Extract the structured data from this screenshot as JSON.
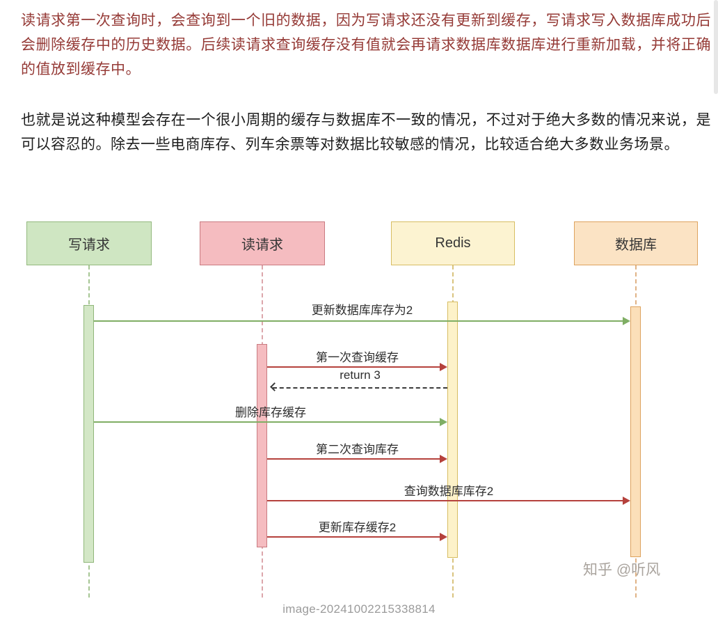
{
  "article": {
    "paragraph1": "读请求第一次查询时，会查询到一个旧的数据，因为写请求还没有更新到缓存，写请求写入数据库成功后会删除缓存中的历史数据。后续读请求查询缓存没有值就会再请求数据库数据库进行重新加载，并将正确的值放到缓存中。",
    "paragraph2": "也就是说这种模型会存在一个很小周期的缓存与数据库不一致的情况，不过对于绝大多数的情况来说，是可以容忍的。除去一些电商库存、列车余票等对数据比较敏感的情况，比较适合绝大多数业务场景。",
    "caption": "image-20241002215338814",
    "watermark": "知乎 @听风",
    "paragraph1_color": "#953a36",
    "paragraph2_color": "#1d1d1d"
  },
  "diagram": {
    "type": "sequence",
    "participants": [
      {
        "name": "写请求",
        "fill": "#cfe6c2",
        "border": "#93b97e"
      },
      {
        "name": "读请求",
        "fill": "#f5bcc0",
        "border": "#c97a80"
      },
      {
        "name": "Redis",
        "fill": "#fcf3d1",
        "border": "#d7bd62"
      },
      {
        "name": "数据库",
        "fill": "#fbe3c4",
        "border": "#dda25d"
      }
    ],
    "messages": [
      {
        "from": "写请求",
        "to": "数据库",
        "label": "更新数据库库存为2",
        "style": "solid",
        "color": "#7fae64"
      },
      {
        "from": "读请求",
        "to": "Redis",
        "label": "第一次查询缓存",
        "style": "solid",
        "color": "#b5413c"
      },
      {
        "from": "Redis",
        "to": "读请求",
        "label": "return 3",
        "style": "dashed",
        "color": "#3a3a3a"
      },
      {
        "from": "写请求",
        "to": "Redis",
        "label": "删除库存缓存",
        "style": "solid",
        "color": "#7fae64"
      },
      {
        "from": "读请求",
        "to": "Redis",
        "label": "第二次查询库存",
        "style": "solid",
        "color": "#b5413c"
      },
      {
        "from": "读请求",
        "to": "数据库",
        "label": "查询数据库库存2",
        "style": "solid",
        "color": "#b5413c"
      },
      {
        "from": "读请求",
        "to": "Redis",
        "label": "更新库存缓存2",
        "style": "solid",
        "color": "#b5413c"
      }
    ]
  }
}
